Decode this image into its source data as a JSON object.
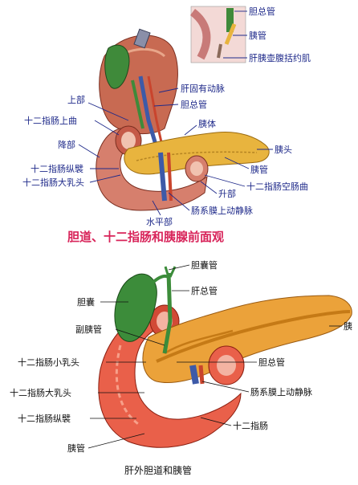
{
  "top_diagram": {
    "title": "胆道、十二指肠和胰腺前面观",
    "inset_labels": {
      "common_bile_duct": "胆总管",
      "pancreatic_duct": "胰管",
      "sphincter": "肝胰壶腹括约肌"
    },
    "labels": {
      "common_hepatic_artery": "肝固有动脉",
      "common_bile_duct": "胆总管",
      "body_of_pancreas": "胰体",
      "head_of_pancreas": "胰头",
      "pancreatic_duct": "胰管",
      "duodenojejunal_flexure": "十二指肠空肠曲",
      "ascending_part": "升部",
      "superior_mesenteric_vessels": "肠系膜上动静脉",
      "horizontal_part": "水平部",
      "superior_part": "上部",
      "superior_flexure": "十二指肠上曲",
      "descending_part": "降部",
      "longitudinal_fold": "十二指肠纵襞",
      "major_papilla": "十二指肠大乳头"
    }
  },
  "bottom_diagram": {
    "title": "肝外胆道和胰管",
    "labels": {
      "cystic_duct": "胆囊管",
      "common_hepatic_duct": "肝总管",
      "gallbladder": "胆囊",
      "accessory_pancreatic_duct": "副胰管",
      "pancreas": "胰",
      "minor_papilla": "十二指肠小乳头",
      "common_bile_duct": "胆总管",
      "major_papilla": "十二指肠大乳头",
      "superior_mesenteric_vessels": "肠系膜上动静脉",
      "longitudinal_fold": "十二指肠纵襞",
      "duodenum": "十二指肠",
      "pancreatic_duct": "胰管"
    }
  }
}
